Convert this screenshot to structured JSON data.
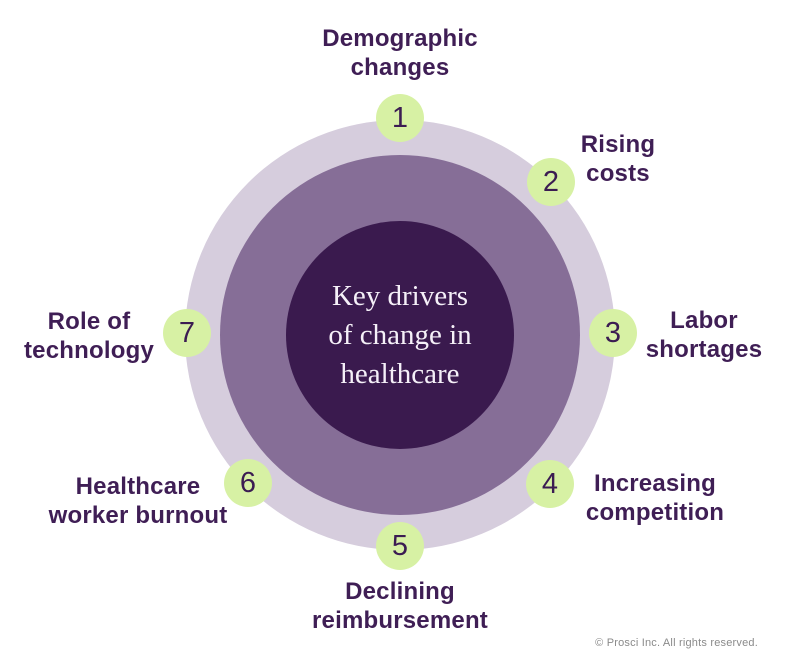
{
  "center": {
    "title": "Key drivers\nof change in\nhealthcare"
  },
  "items": [
    {
      "number": "1",
      "label": "Demographic\nchanges"
    },
    {
      "number": "2",
      "label": "Rising\ncosts"
    },
    {
      "number": "3",
      "label": "Labor\nshortages"
    },
    {
      "number": "4",
      "label": "Increasing\ncompetition"
    },
    {
      "number": "5",
      "label": "Declining\nreimbursement"
    },
    {
      "number": "6",
      "label": "Healthcare\nworker burnout"
    },
    {
      "number": "7",
      "label": "Role of\ntechnology"
    }
  ],
  "footer": {
    "copyright": "© Prosci Inc. All rights reserved."
  },
  "colors": {
    "outer_ring": "#d6cddd",
    "middle_ring": "#866e97",
    "center_circle": "#3a1a4e",
    "badge_background": "#d7f1a4",
    "badge_text": "#3b1c52",
    "label_text": "#3f1e55",
    "center_text": "#f5f0f8",
    "copyright_text": "#8a8a8a"
  }
}
